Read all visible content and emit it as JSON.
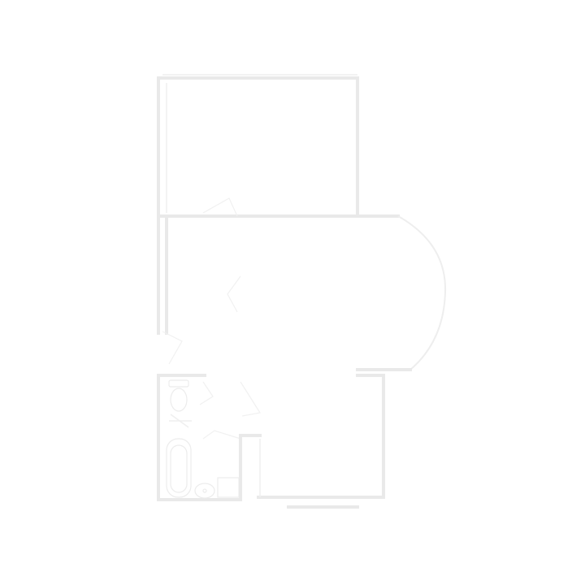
{
  "plan": {
    "background_color": "#ffffff",
    "line_color": "#eaeaea",
    "rooms": [
      {
        "id": "upper-room"
      },
      {
        "id": "middle-room-with-bay-window"
      },
      {
        "id": "lower-right-room"
      },
      {
        "id": "bathroom"
      },
      {
        "id": "hallway"
      }
    ],
    "fixtures": [
      "toilet",
      "bathtub",
      "sink",
      "washing-machine"
    ],
    "labels": []
  }
}
